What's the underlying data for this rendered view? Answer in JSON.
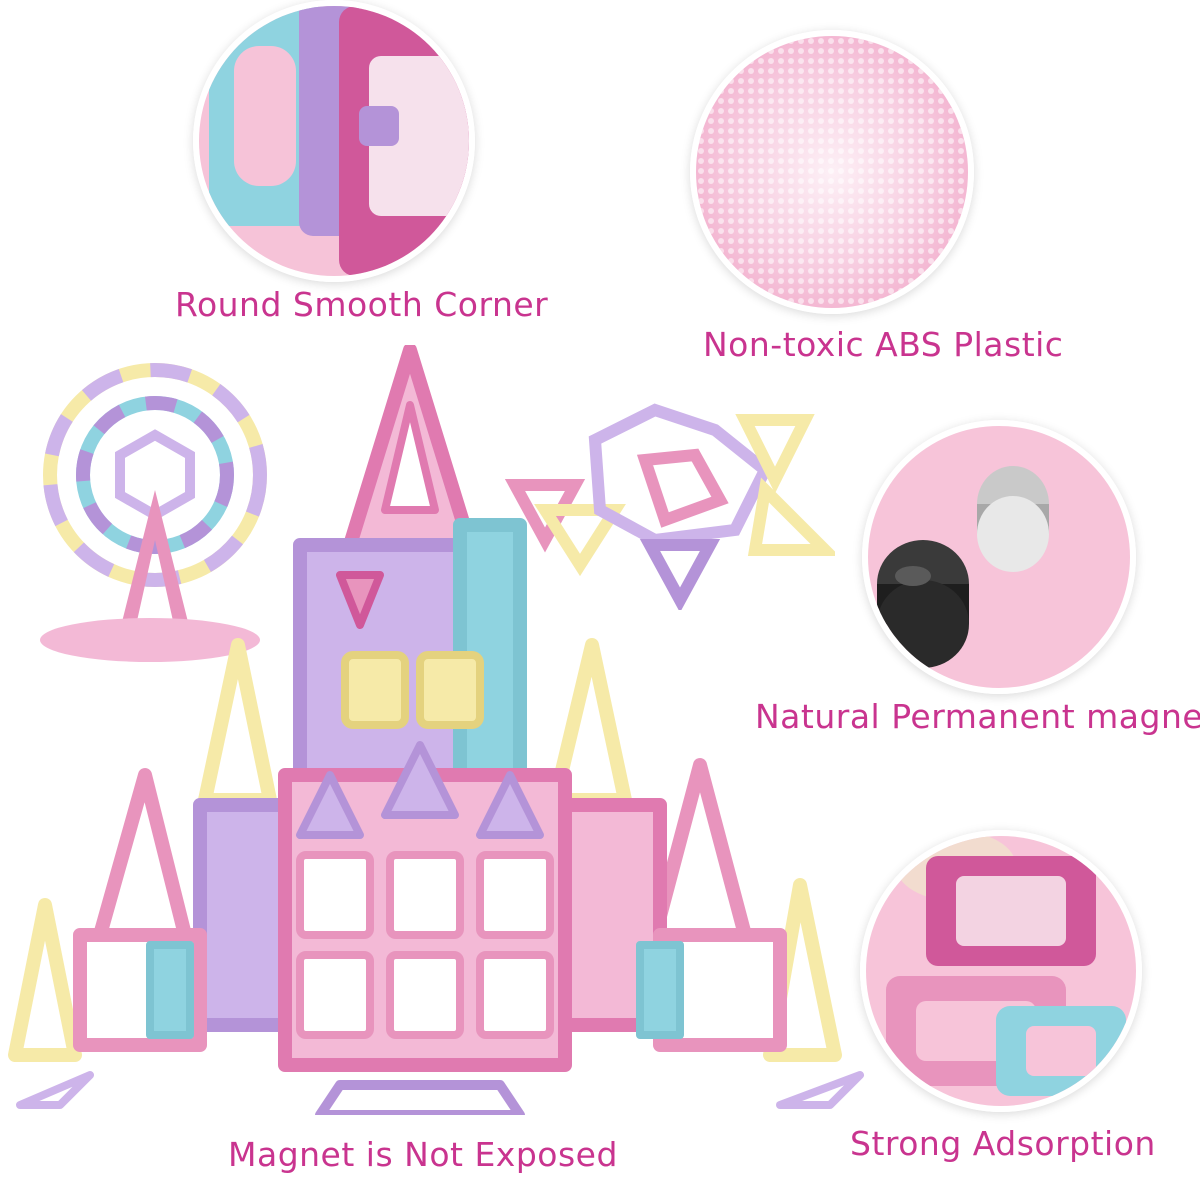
{
  "captions": {
    "round_corner": "Round Smooth Corner",
    "non_toxic": "Non-toxic ABS Plastic",
    "magnet": "Natural Permanent magnet",
    "not_exposed": "Magnet is Not Exposed",
    "adsorption": "Strong Adsorption"
  },
  "colors": {
    "caption_text": "#c9348f",
    "pink": "#e88fbe",
    "light_pink": "#f3b9d6",
    "purple": "#b493d8",
    "lavender": "#cdb4ea",
    "blue": "#8fd3e0",
    "yellow": "#f6eaa8",
    "circle_bg": "#f7c4d9"
  }
}
